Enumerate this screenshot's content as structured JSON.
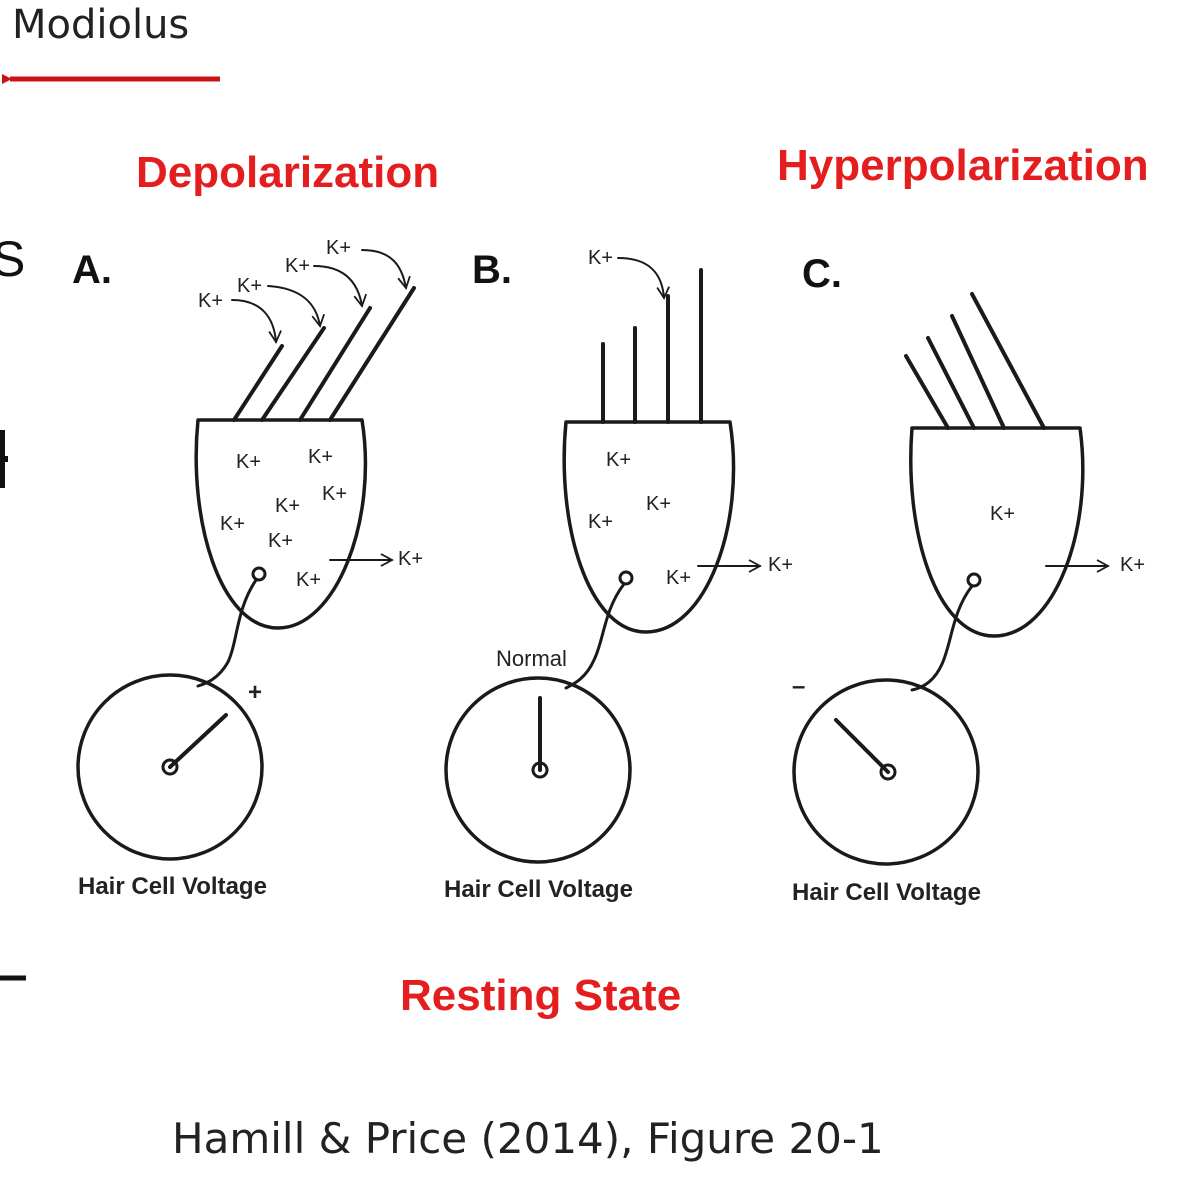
{
  "header": {
    "modiolus_label": "Modiolus"
  },
  "captions": {
    "depolarization": "Depolarization",
    "hyperpolarization": "Hyperpolarization",
    "resting": "Resting State",
    "citation": "Hamill & Price (2014), Figure 20-1"
  },
  "edge_marks": {
    "left_letter": "S"
  },
  "panels": {
    "a": {
      "letter": "A.",
      "ion": "K+",
      "sign": "+",
      "meter_label": "Hair Cell Voltage"
    },
    "b": {
      "letter": "B.",
      "ion": "K+",
      "meter_state": "Normal",
      "meter_label": "Hair Cell Voltage"
    },
    "c": {
      "letter": "C.",
      "ion": "K+",
      "sign": "–",
      "meter_label": "Hair Cell Voltage"
    }
  },
  "colors": {
    "accent": "#e41e1e",
    "ink": "#1a1a1a"
  }
}
